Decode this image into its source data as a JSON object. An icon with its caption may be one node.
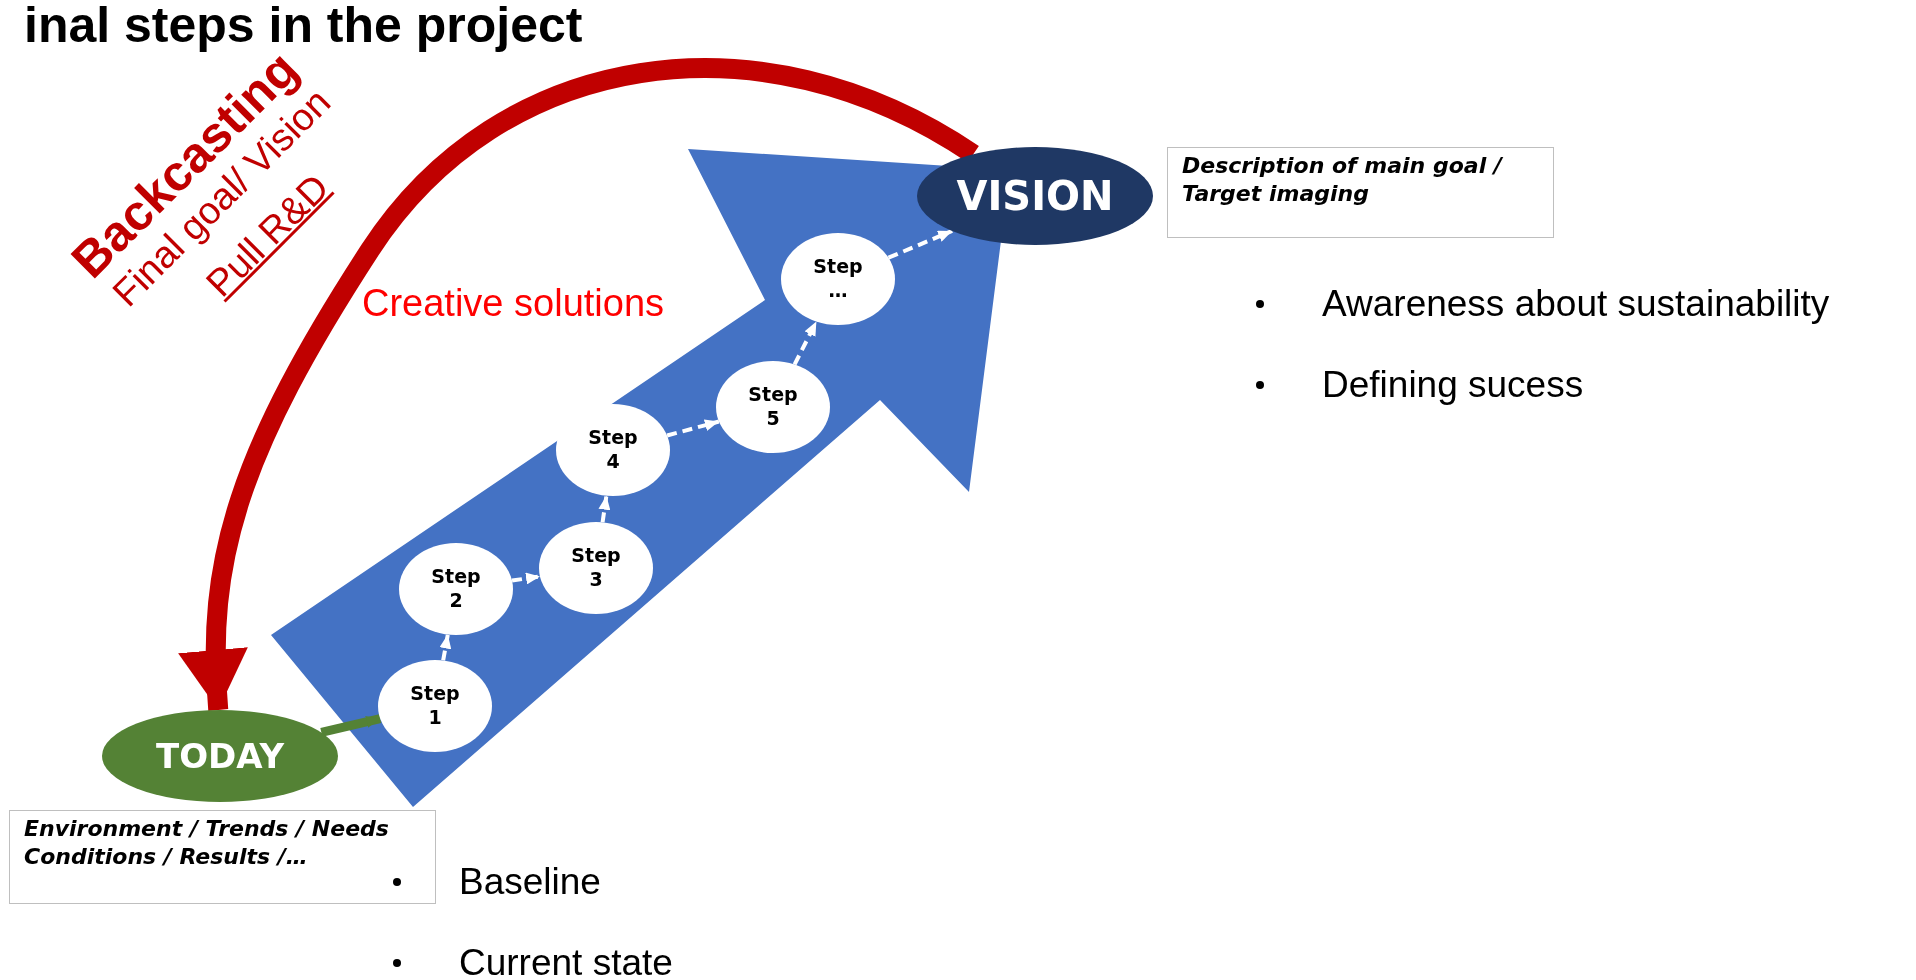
{
  "diagram": {
    "title": "inal steps in the project",
    "nodes": [
      {
        "text": [
          "VISION"
        ]
      },
      {
        "text": [
          "Description of main goal / Target imaging"
        ]
      },
      {
        "text": [
          "Step …"
        ]
      },
      {
        "text": [
          "Step 5"
        ]
      },
      {
        "text": [
          "Step 4"
        ]
      },
      {
        "text": [
          "Step 3"
        ]
      },
      {
        "text": [
          "Step 2"
        ]
      },
      {
        "text": [
          "Step 1"
        ]
      },
      {
        "text": [
          "TODAY"
        ]
      },
      {
        "text": [
          "Environment / Trends / Needs Conditions / Results /…"
        ]
      }
    ],
    "edges": [
      {
        "from": 8,
        "to": 7,
        "arrow": "to",
        "style": "thick",
        "color": "#548235"
      },
      {
        "from": 7,
        "to": 6,
        "arrow": "to",
        "style": "dashed"
      },
      {
        "from": 6,
        "to": 5,
        "arrow": "to",
        "style": "dashed"
      },
      {
        "from": 5,
        "to": 4,
        "arrow": "to",
        "style": "dashed"
      },
      {
        "from": 4,
        "to": 3,
        "arrow": "to",
        "style": "dashed"
      },
      {
        "from": 3,
        "to": 2,
        "arrow": "to",
        "style": "dashed"
      },
      {
        "from": 2,
        "to": 0,
        "arrow": "to",
        "style": "dashed"
      },
      {
        "from": 0,
        "to": 8,
        "arrow": "to",
        "style": "thick",
        "color": "#c00000"
      }
    ],
    "labels": [
      "Backcasting",
      "Final goal/ Vision",
      "Pull R&D",
      "Creative solutions",
      "Awareness about sustainability",
      "Defining sucess",
      "Baseline",
      "Current state"
    ]
  }
}
